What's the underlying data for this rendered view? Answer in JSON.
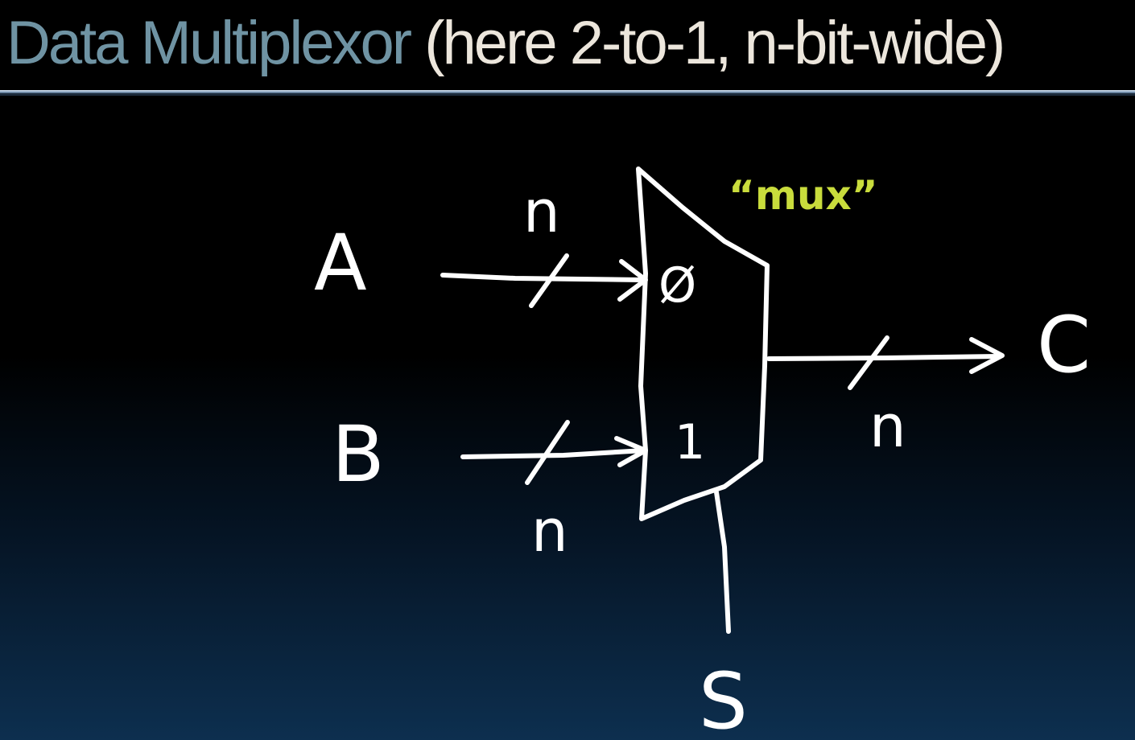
{
  "title": {
    "main": "Data Multiplexor",
    "sub": "(here 2-to-1, n-bit-wide)"
  },
  "diagram": {
    "block_label": "“mux”",
    "inputs": [
      {
        "name": "A",
        "port": "Ø",
        "width": "n"
      },
      {
        "name": "B",
        "port": "1",
        "width": "n"
      }
    ],
    "output": {
      "name": "C",
      "width": "n"
    },
    "select": {
      "name": "S"
    }
  },
  "colors": {
    "title_main": "#6f93a3",
    "title_sub": "#ece6dc",
    "mux_label": "#c9dc3c",
    "ink": "#ffffff"
  }
}
